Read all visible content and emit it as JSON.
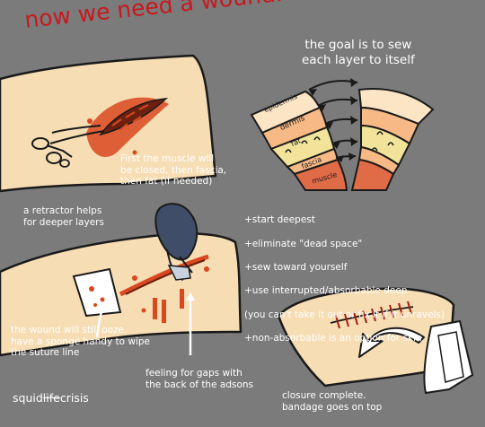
{
  "title": "now we need a wound.",
  "goal_text": "the goal is to sew\neach layer to itself",
  "layers": {
    "epidermis": "epidermis",
    "dermis": "dermis",
    "fat": "fat",
    "fascia": "fascia",
    "muscle": "muscle"
  },
  "captions": {
    "muscle_closed": "First the muscle will\nbe closed, then fascia,\nthen fat (if needed)",
    "retractor": "a retractor helps\nfor deeper layers",
    "ooze": "the wound will still ooze.\nhave a sponge handy to wipe\nthe suture line",
    "gaps": "feeling for gaps with\nthe back of the adsons",
    "closure": "closure complete.\nbandage goes on top"
  },
  "tips": [
    "+start deepest",
    "+eliminate \"dead space\"",
    "+sew toward yourself",
    "+use interrupted/absorbable deep",
    "(you can't take it out or fix it if it unravels)",
    "+non-absorbable is an option for skin"
  ],
  "signature": {
    "part1": "squid",
    "part2": "life",
    "part3": "crisis"
  },
  "colors": {
    "background": "#7b7b7b",
    "skin": "#f6ddb4",
    "blood": "#d9481e",
    "title_red": "#c8181e",
    "glove": "#3f4d68"
  }
}
